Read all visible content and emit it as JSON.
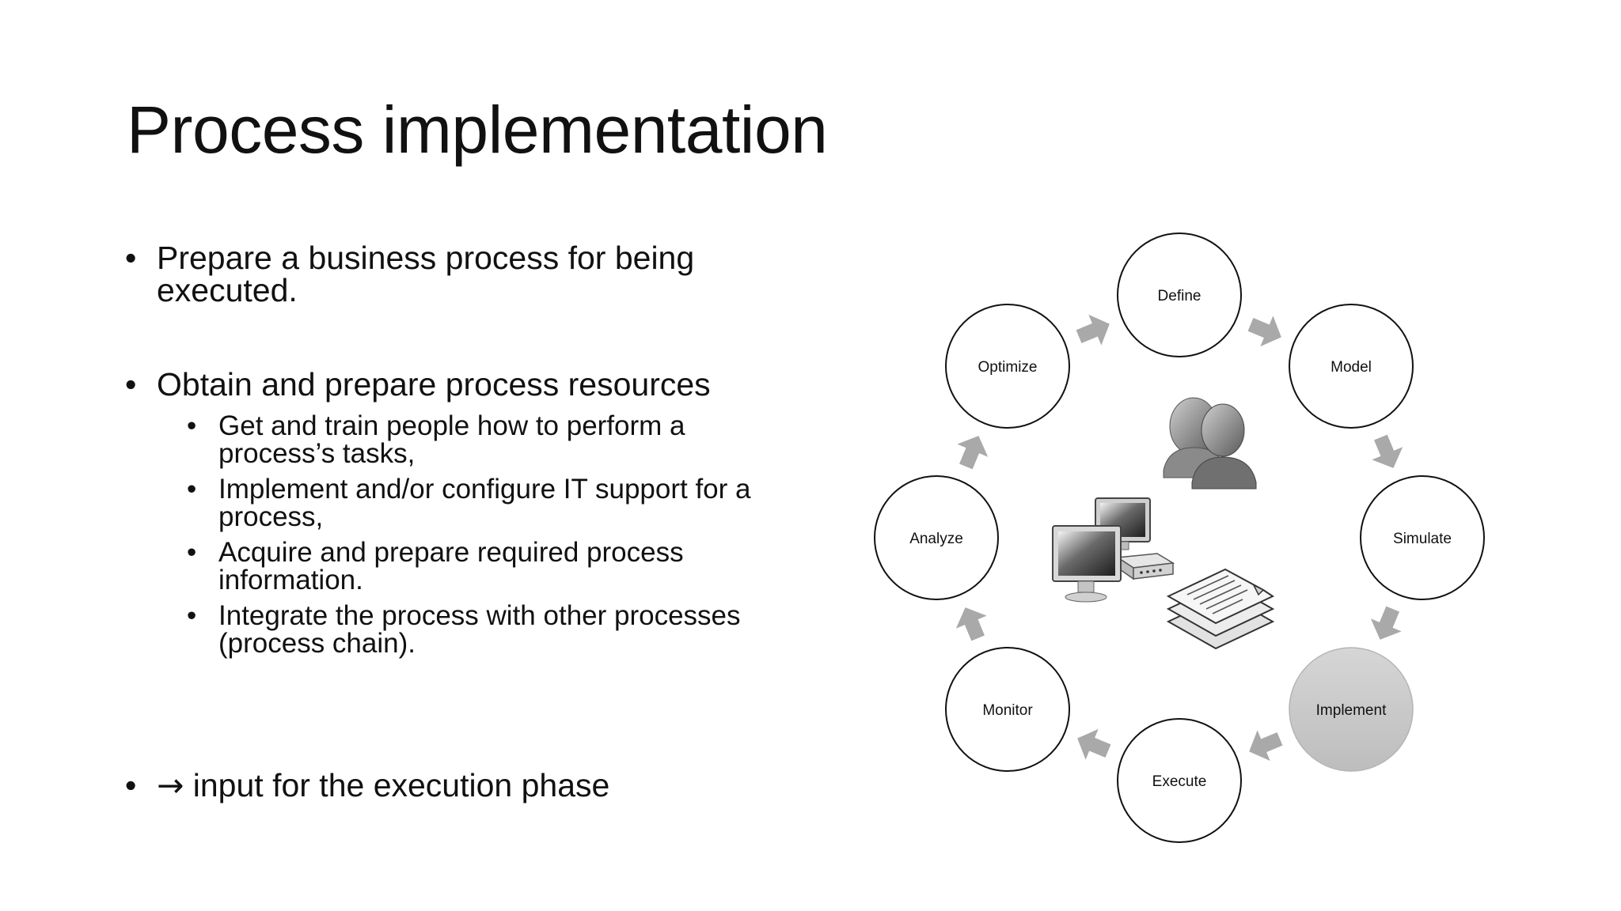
{
  "slide": {
    "title": "Process implementation",
    "bullets": [
      {
        "text": "Prepare a business process for being executed."
      },
      {
        "text": "Obtain and prepare process resources",
        "sub": [
          "Get and train people how to perform a process’s tasks,",
          "Implement and/or configure IT support for a process,",
          "Acquire and prepare required process information.",
          "Integrate the process with other processes (process chain)."
        ]
      },
      {
        "arrow": "→",
        "text": "input for the execution phase"
      }
    ]
  },
  "diagram": {
    "nodes": [
      {
        "label": "Define",
        "highlighted": false
      },
      {
        "label": "Model",
        "highlighted": false
      },
      {
        "label": "Simulate",
        "highlighted": false
      },
      {
        "label": "Implement",
        "highlighted": true
      },
      {
        "label": "Execute",
        "highlighted": false
      },
      {
        "label": "Monitor",
        "highlighted": false
      },
      {
        "label": "Analyze",
        "highlighted": false
      },
      {
        "label": "Optimize",
        "highlighted": false
      }
    ],
    "center_icons": [
      "people-icon",
      "computers-icon",
      "documents-icon"
    ],
    "colors": {
      "node_stroke": "#111111",
      "highlight_fill": "#c9c9c9",
      "arrow_fill": "#a9a9a9"
    }
  }
}
